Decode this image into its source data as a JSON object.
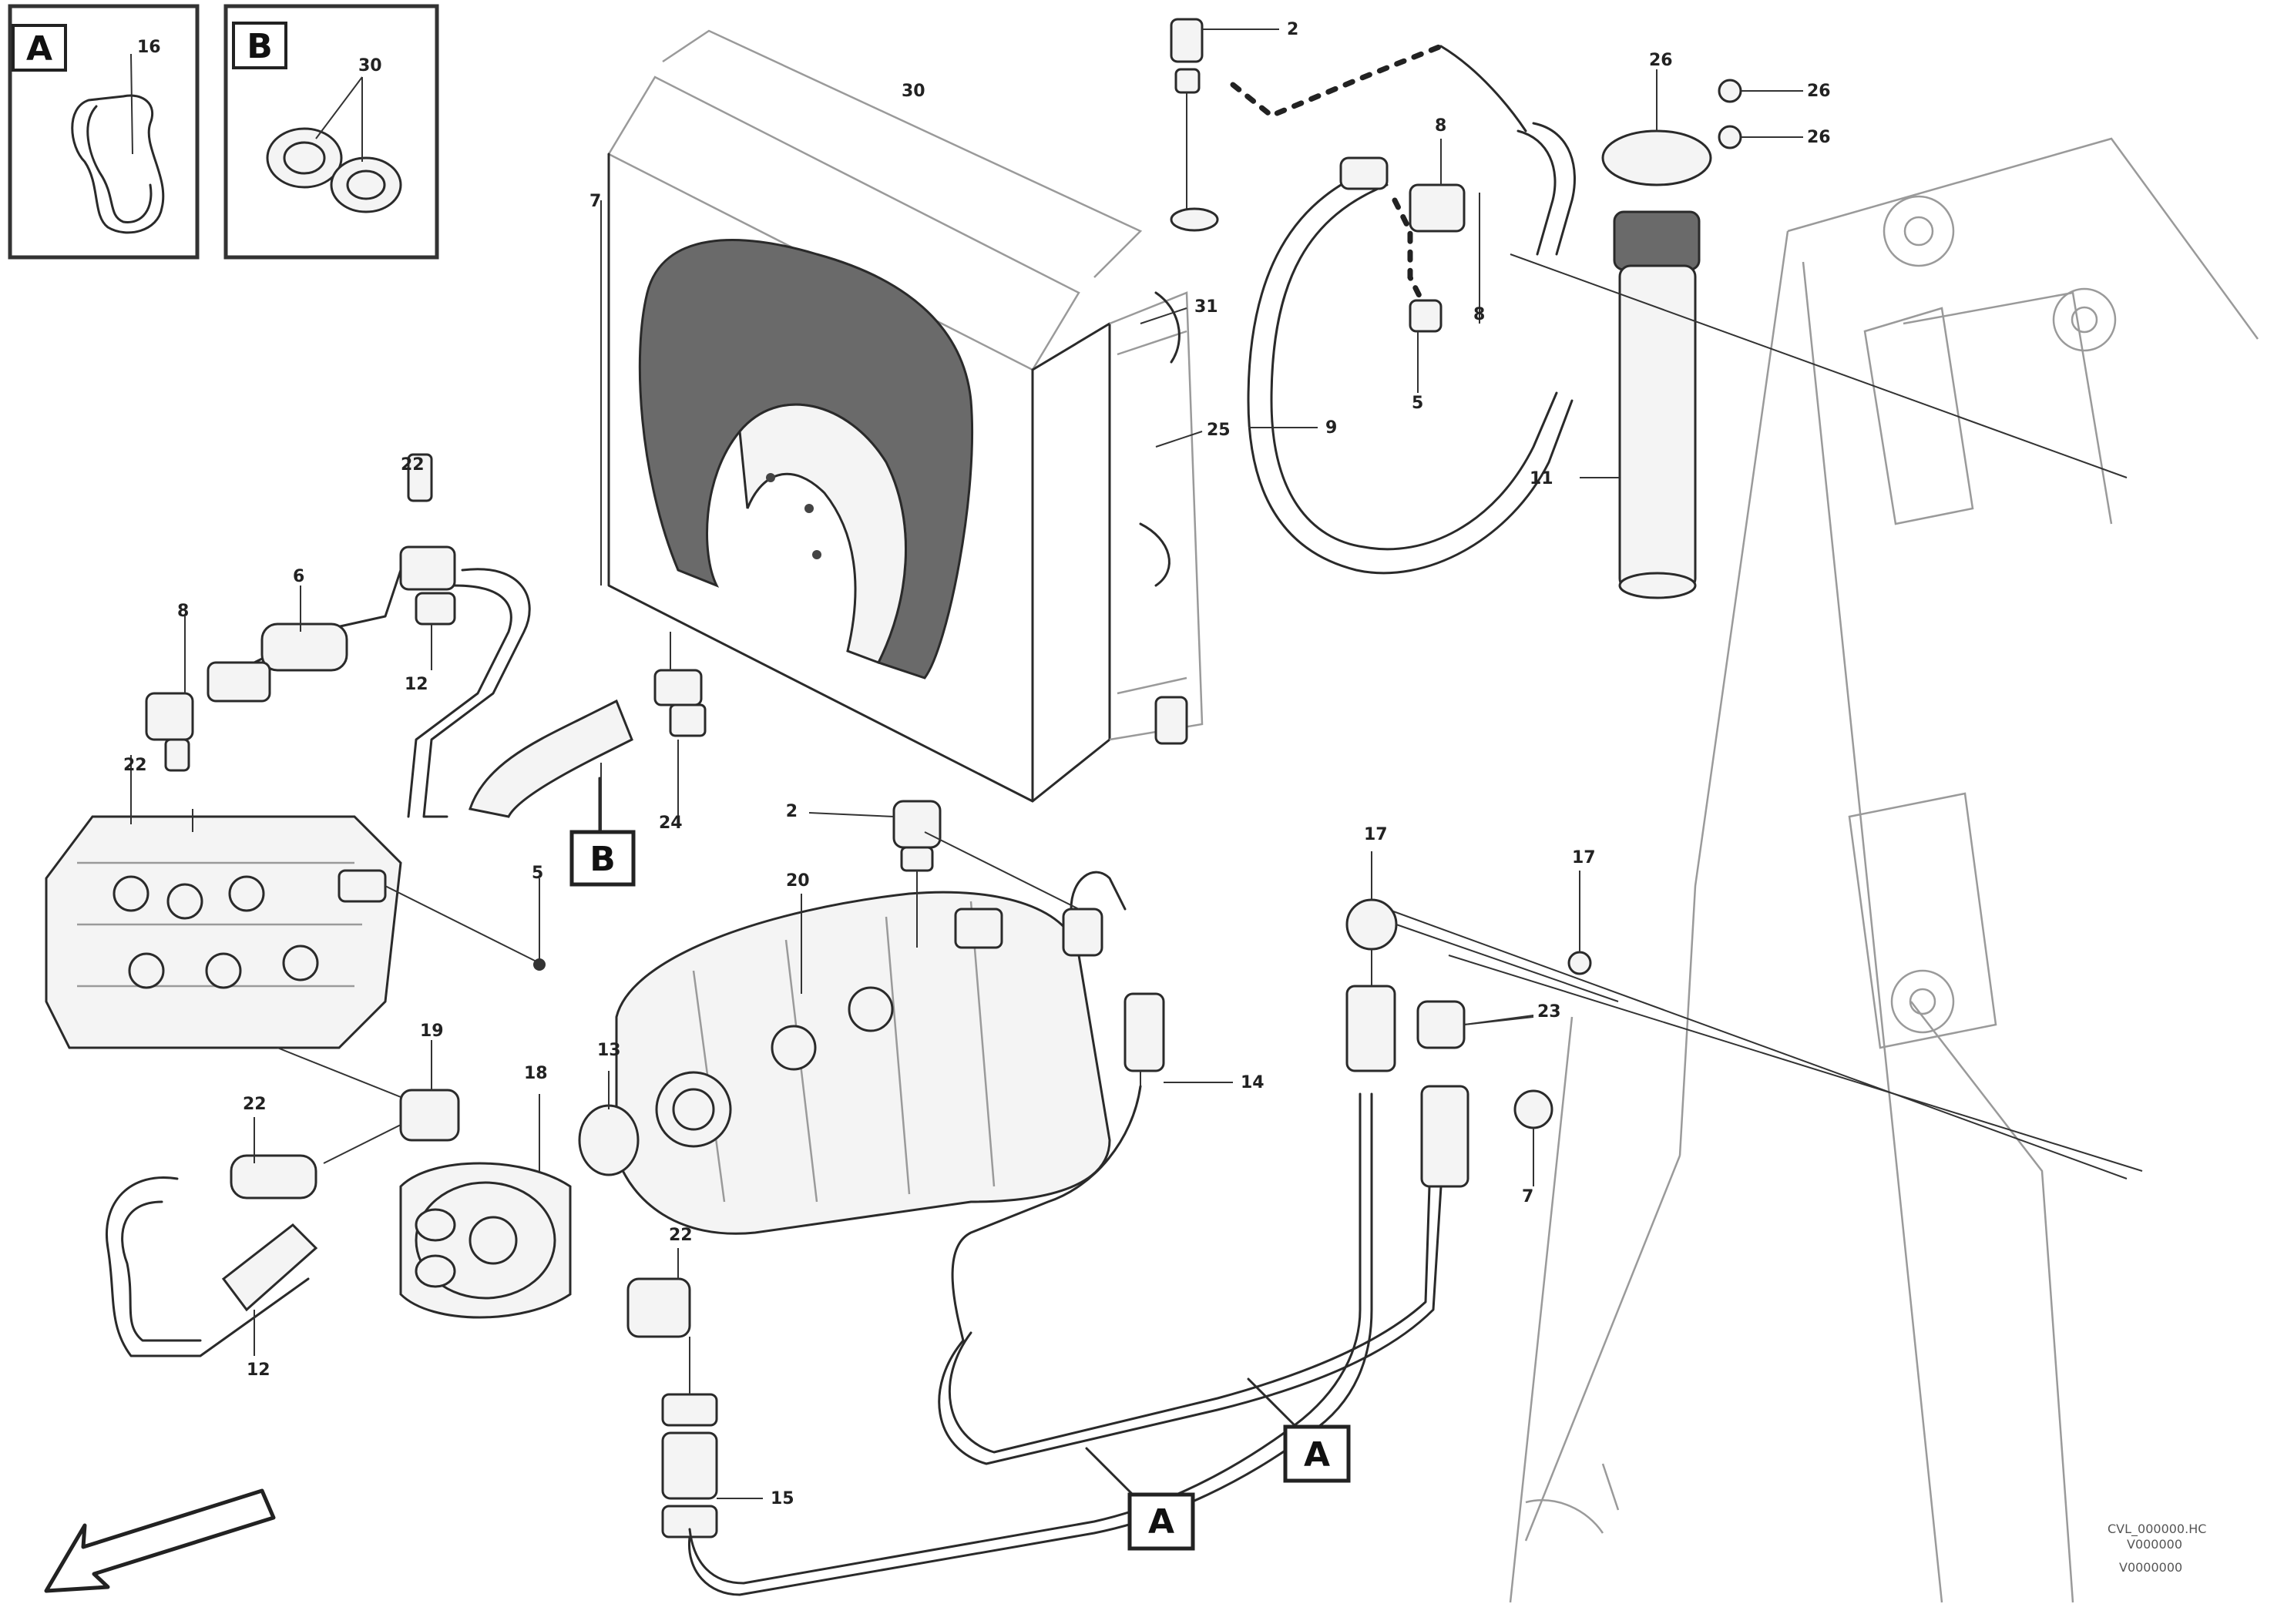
{
  "insets": {
    "a": {
      "letter": "A",
      "part": "16"
    },
    "b": {
      "letter": "B",
      "part": "30"
    }
  },
  "refs": {
    "a1": "A",
    "a2": "A",
    "b": "B"
  },
  "labels": {
    "p2a": "2",
    "p26a": "26",
    "p26b": "26",
    "p26c": "26",
    "p8a": "8",
    "p8b": "8",
    "p5a": "5",
    "p9": "9",
    "p11": "11",
    "p7top": "7",
    "p30top": "30",
    "p31": "31",
    "p25": "25",
    "p22a": "22",
    "p12a": "12",
    "p6": "6",
    "p8c": "8",
    "p22b": "22",
    "p24": "24",
    "p5b": "5",
    "p2b": "2",
    "p20": "20",
    "p17a": "17",
    "p17b": "17",
    "p23": "23",
    "p7b": "7",
    "p14": "14",
    "p19": "19",
    "p18": "18",
    "p13": "13",
    "p22c": "22",
    "p12b": "12",
    "p22d": "22",
    "p15": "15"
  },
  "footer": {
    "code_line1": "CVL_000000.HC",
    "code_line2": "V000000",
    "code_line3": "V0000000"
  }
}
